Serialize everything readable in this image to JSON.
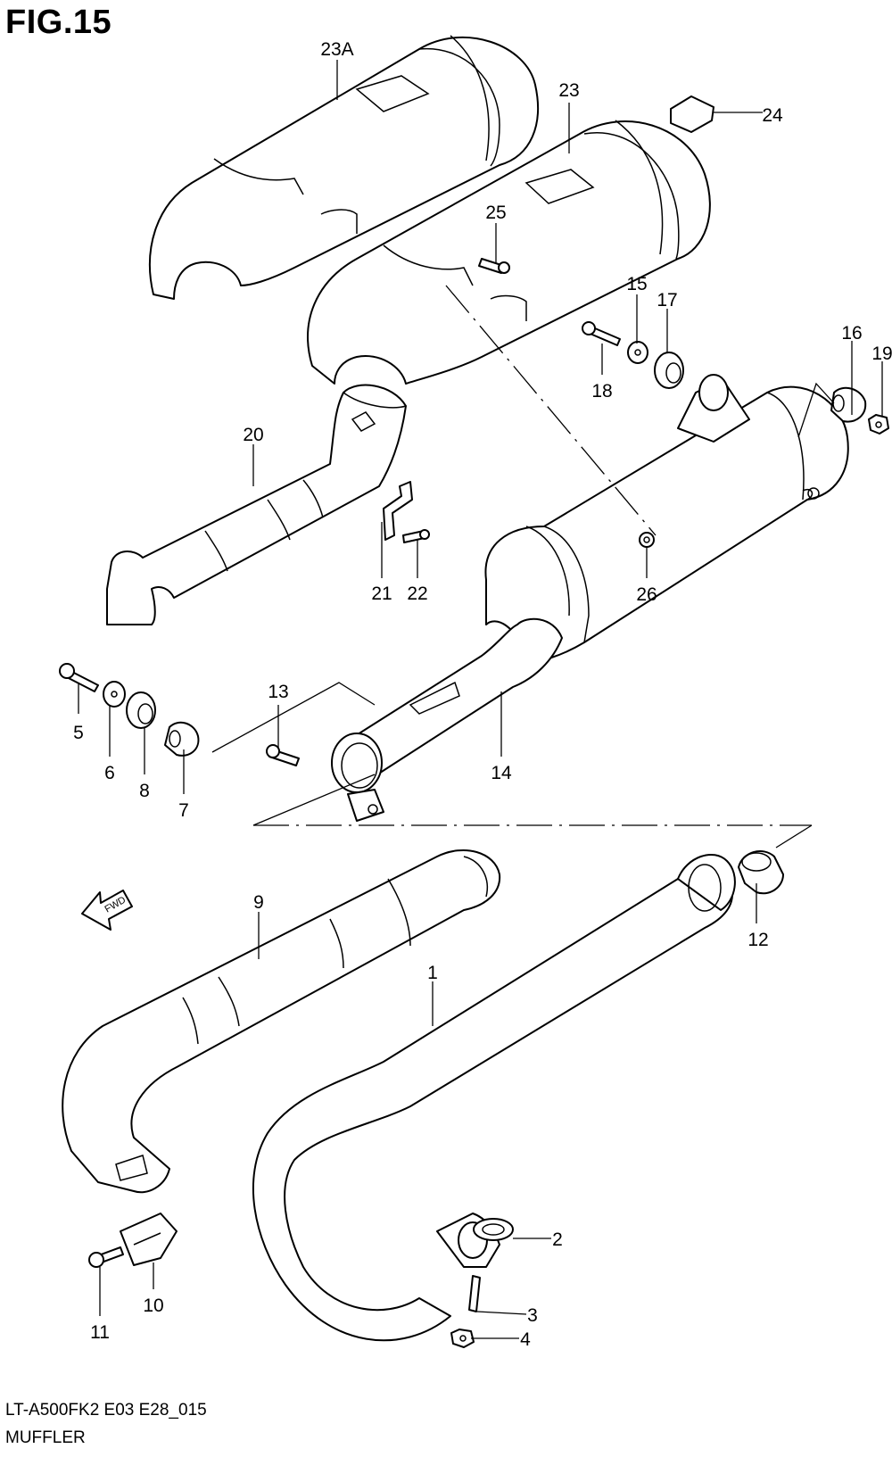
{
  "figure": {
    "title": "FIG.15",
    "model_code": "LT-A500FK2 E03 E28_015",
    "section_name": "MUFFLER",
    "fwd_label": "FWD"
  },
  "callouts": [
    {
      "id": "23A",
      "label": "23A"
    },
    {
      "id": "23",
      "label": "23"
    },
    {
      "id": "24",
      "label": "24"
    },
    {
      "id": "25",
      "label": "25"
    },
    {
      "id": "15",
      "label": "15"
    },
    {
      "id": "17",
      "label": "17"
    },
    {
      "id": "16",
      "label": "16"
    },
    {
      "id": "19",
      "label": "19"
    },
    {
      "id": "18",
      "label": "18"
    },
    {
      "id": "20",
      "label": "20"
    },
    {
      "id": "21",
      "label": "21"
    },
    {
      "id": "22",
      "label": "22"
    },
    {
      "id": "26",
      "label": "26"
    },
    {
      "id": "13",
      "label": "13"
    },
    {
      "id": "5",
      "label": "5"
    },
    {
      "id": "6",
      "label": "6"
    },
    {
      "id": "8",
      "label": "8"
    },
    {
      "id": "7",
      "label": "7"
    },
    {
      "id": "14",
      "label": "14"
    },
    {
      "id": "9",
      "label": "9"
    },
    {
      "id": "12",
      "label": "12"
    },
    {
      "id": "1",
      "label": "1"
    },
    {
      "id": "2",
      "label": "2"
    },
    {
      "id": "3",
      "label": "3"
    },
    {
      "id": "4",
      "label": "4"
    },
    {
      "id": "10",
      "label": "10"
    },
    {
      "id": "11",
      "label": "11"
    }
  ]
}
